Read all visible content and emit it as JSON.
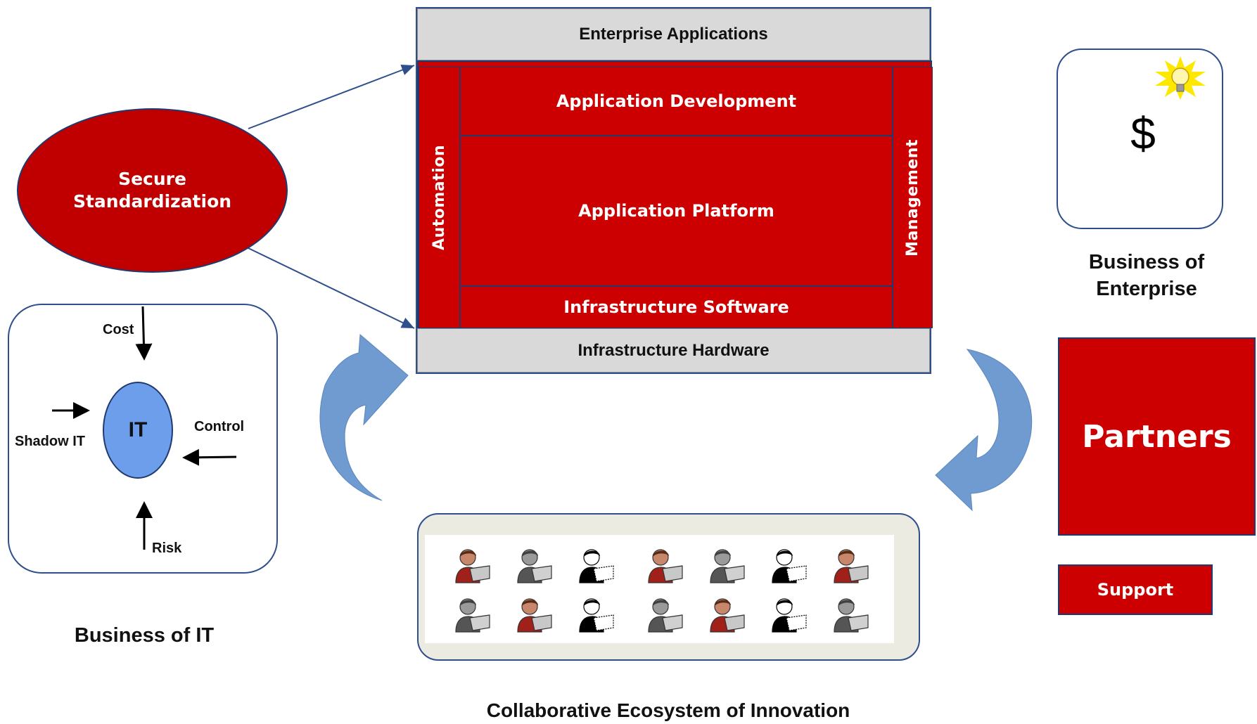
{
  "stack": {
    "enterprise_applications": "Enterprise Applications",
    "application_development": "Application Development",
    "application_platform": "Application Platform",
    "infrastructure_software": "Infrastructure Software",
    "infrastructure_hardware": "Infrastructure Hardware",
    "automation": "Automation",
    "management": "Management"
  },
  "secure_standardization": "Secure Standardization",
  "business_of_it": {
    "it": "IT",
    "cost": "Cost",
    "shadow_it": "Shadow IT",
    "control": "Control",
    "risk": "Risk",
    "caption": "Business of IT"
  },
  "business_of_enterprise": {
    "symbol": "$",
    "caption_line1": "Business of",
    "caption_line2": "Enterprise"
  },
  "partners": "Partners",
  "support": "Support",
  "ecosystem_caption": "Collaborative Ecosystem of Innovation",
  "people_grid": [
    [
      "red",
      "gray",
      "black",
      "red",
      "gray",
      "black",
      "red"
    ],
    [
      "gray",
      "red",
      "black",
      "gray",
      "red",
      "black",
      "gray"
    ]
  ],
  "colors": {
    "red": "#cc0000",
    "gray_band": "#d9d9d9",
    "blue_oval": "#6d9eeb",
    "arrow_blue": "#6f9bd1",
    "border_blue": "#2e4f8c",
    "bulb_yellow": "#ffe800"
  },
  "icons": [
    "lightbulb-icon",
    "person-laptop-icon"
  ]
}
